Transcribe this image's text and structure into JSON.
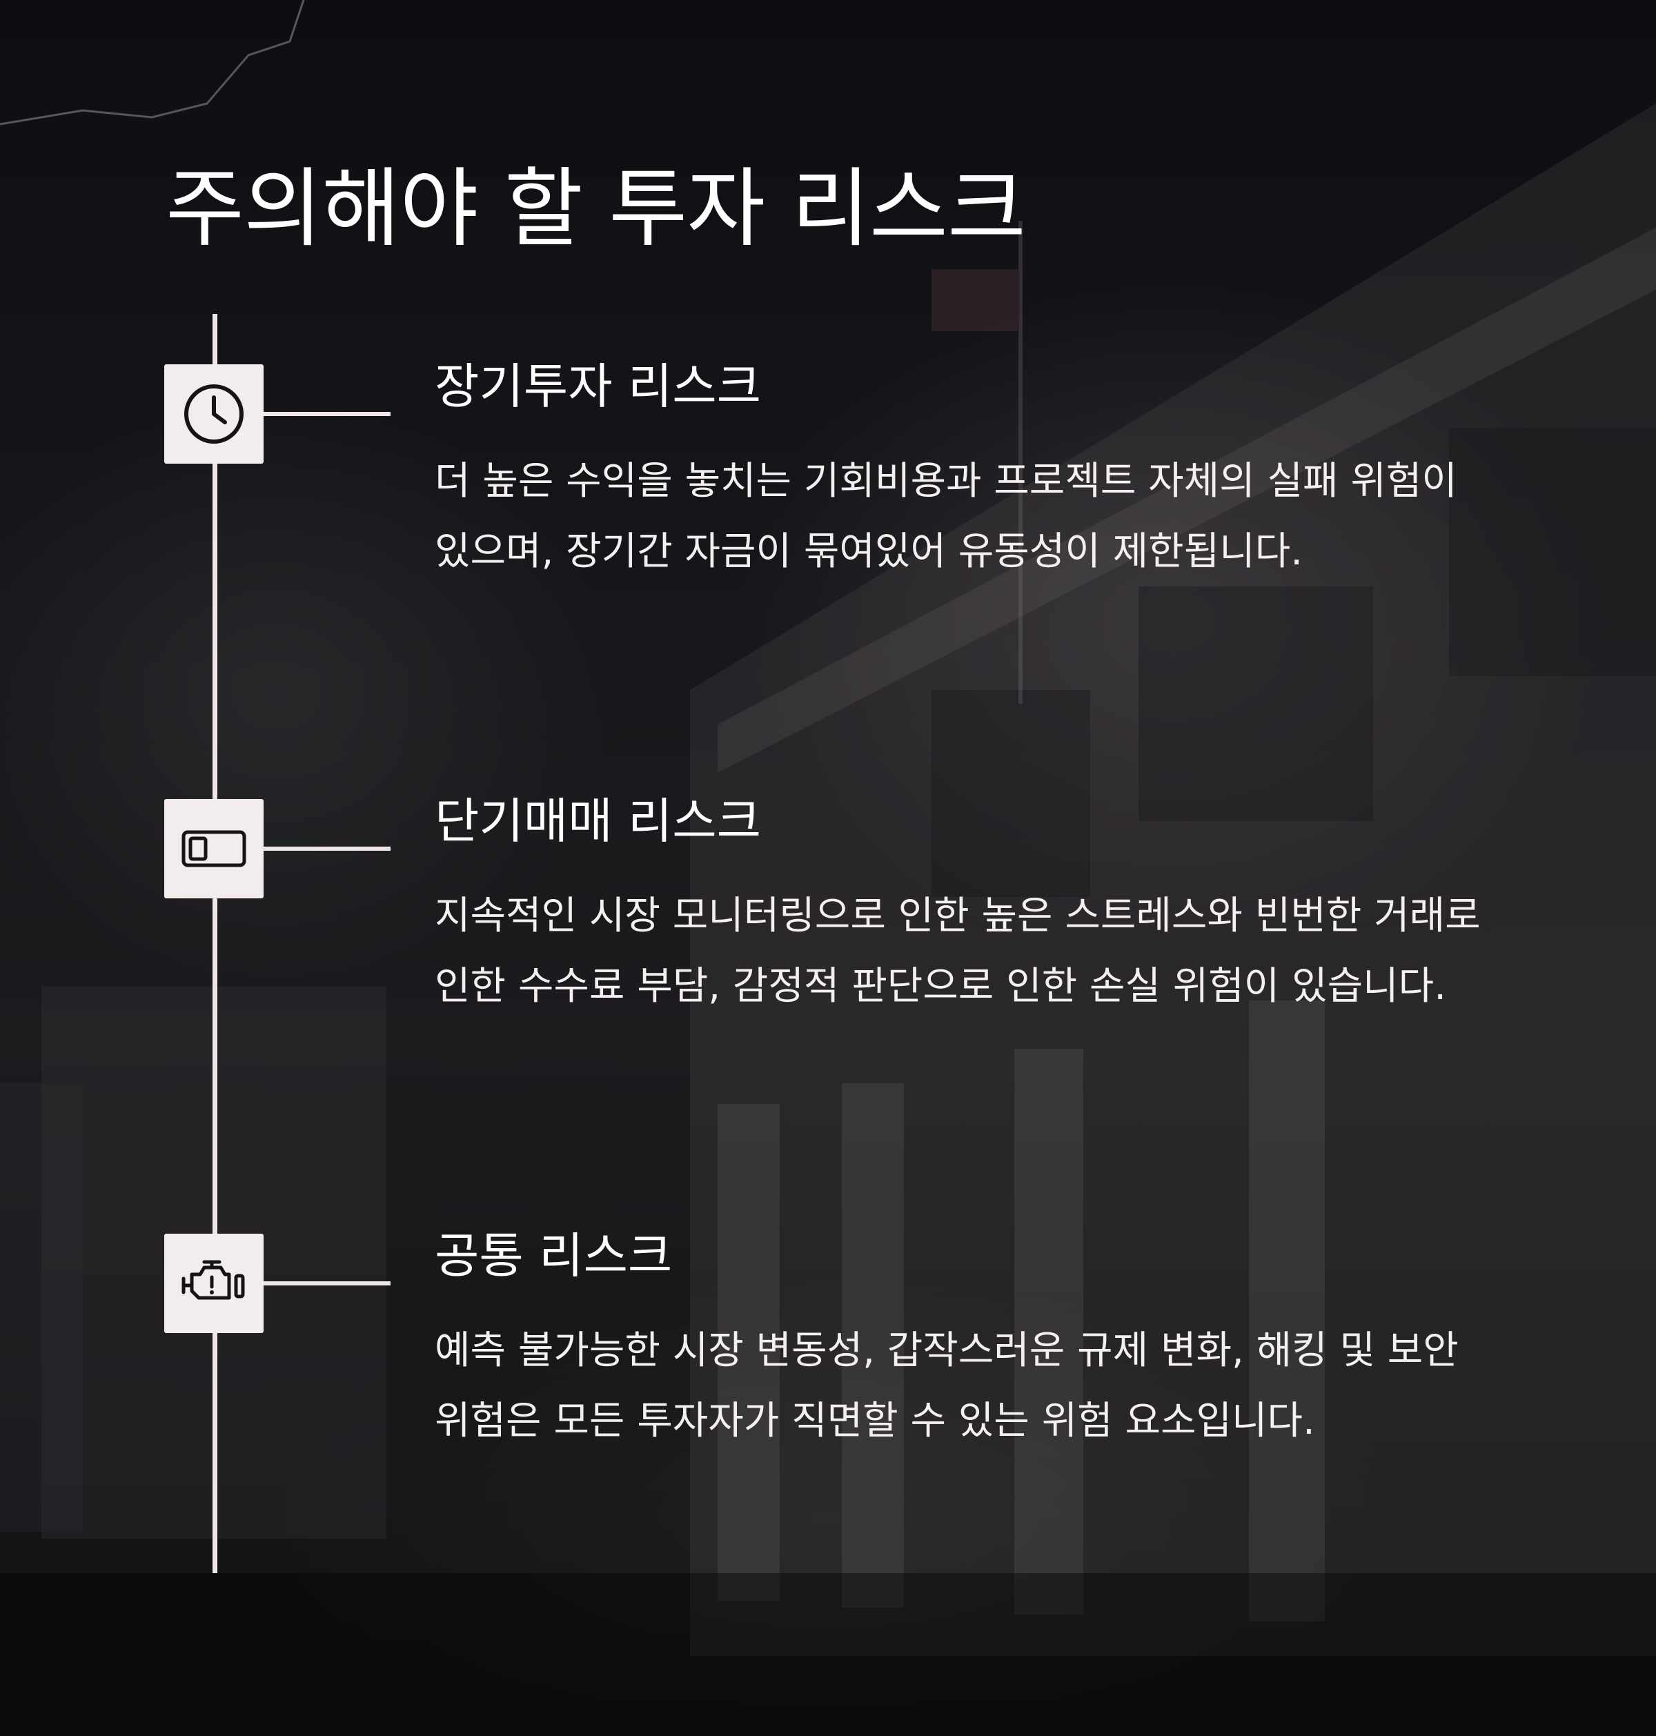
{
  "page": {
    "title": "주의해야 할 투자 리스크"
  },
  "colors": {
    "background": "#151417",
    "line": "#efe7e7",
    "icon_box": "#f3ecec",
    "icon_stroke": "#141414",
    "text": "#ffffff"
  },
  "risks": [
    {
      "icon": "clock-icon",
      "title": "장기투자 리스크",
      "description": "더 높은 수익을 놓치는 기회비용과 프로젝트 자체의 실패 위험이 있으며, 장기간 자금이 묶여있어 유동성이 제한됩니다."
    },
    {
      "icon": "toggle-switch-icon",
      "title": "단기매매 리스크",
      "description": "지속적인 시장 모니터링으로 인한 높은 스트레스와 빈번한 거래로 인한 수수료 부담, 감정적 판단으로 인한 손실 위험이 있습니다."
    },
    {
      "icon": "engine-warning-icon",
      "title": "공통 리스크",
      "description": "예측 불가능한 시장 변동성, 갑작스러운 규제 변화, 해킹 및 보안 위험은 모든 투자자가 직면할 수 있는 위험 요소입니다."
    }
  ]
}
